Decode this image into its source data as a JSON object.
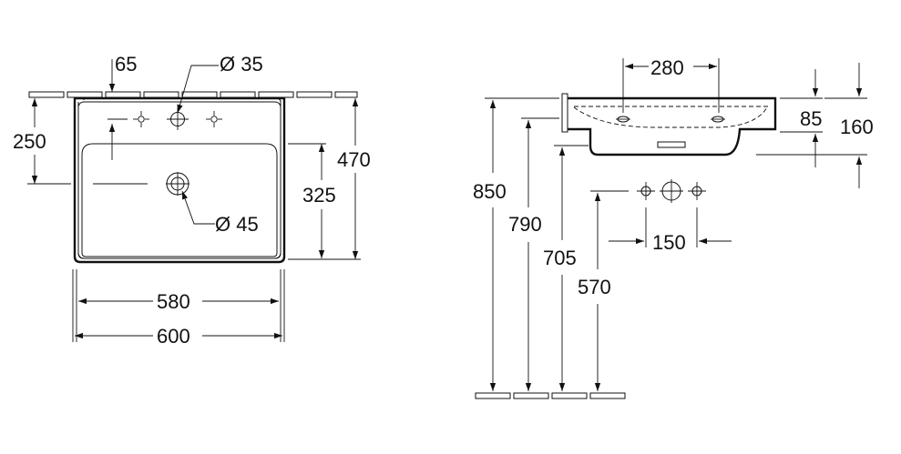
{
  "plan_view": {
    "dim_65": "65",
    "dim_d35": "Ø 35",
    "dim_250": "250",
    "dim_470": "470",
    "dim_325": "325",
    "dim_d45": "Ø 45",
    "dim_580": "580",
    "dim_600": "600"
  },
  "side_view": {
    "dim_280": "280",
    "dim_85": "85",
    "dim_160": "160",
    "dim_850": "850",
    "dim_790": "790",
    "dim_705": "705",
    "dim_570": "570",
    "dim_150": "150"
  }
}
